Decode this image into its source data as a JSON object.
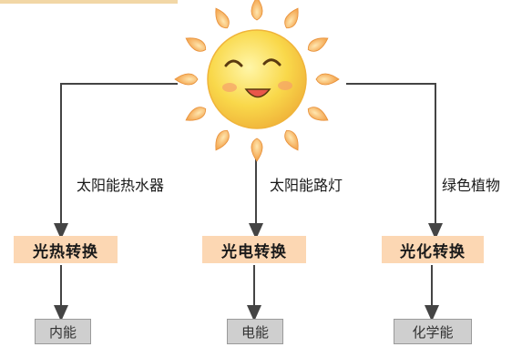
{
  "colors": {
    "sun_face": "#f9d84a",
    "sun_face_edge": "#f0b43a",
    "ray": "#f3a24a",
    "conversion_bg": "#fcd7b3",
    "result_bg": "#cfcfcf",
    "line": "#444444"
  },
  "branches": [
    {
      "device": "太阳能热水器",
      "conversion": "光热转换",
      "energy": "内能"
    },
    {
      "device": "太阳能路灯",
      "conversion": "光电转换",
      "energy": "电能"
    },
    {
      "device": "绿色植物",
      "conversion": "光化转换",
      "energy": "化学能"
    }
  ]
}
